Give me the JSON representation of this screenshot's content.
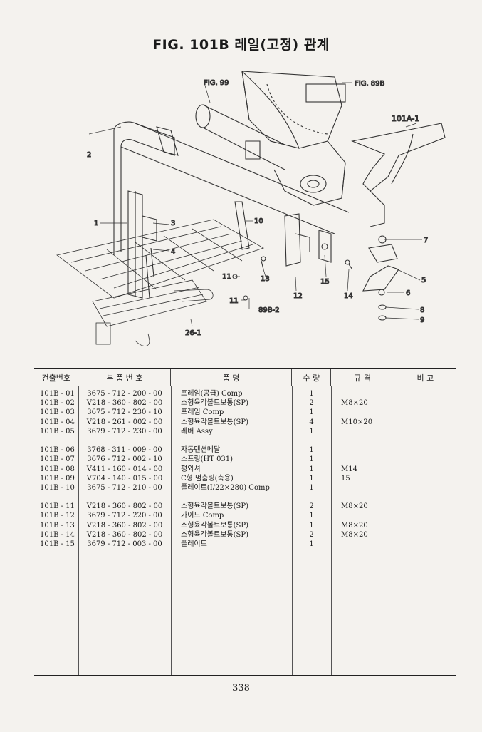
{
  "title": "FIG. 101B 레일(고정) 관계",
  "diagram": {
    "callouts": [
      "FIG. 99",
      "FIG. 89B",
      "101A-1",
      "1",
      "2",
      "3",
      "4",
      "5",
      "6",
      "7",
      "8",
      "9",
      "10",
      "11",
      "11",
      "12",
      "13",
      "14",
      "15",
      "26-1",
      "89B-2"
    ]
  },
  "table": {
    "headers": [
      "건출번호",
      "부 품 번 호",
      "품 명",
      "수 량",
      "규 격",
      "비 고"
    ],
    "rows": [
      {
        "no": "101B - 01",
        "part": "3675 - 712 - 200 - 00",
        "name": "프레임(공급) Comp",
        "qty": "1",
        "spec": "",
        "note": ""
      },
      {
        "no": "101B - 02",
        "part": "V218 - 360 - 802 - 00",
        "name": "소형육각볼트보통(SP)",
        "qty": "2",
        "spec": "M8×20",
        "note": ""
      },
      {
        "no": "101B - 03",
        "part": "3675 - 712 - 230 - 10",
        "name": "프레임 Comp",
        "qty": "1",
        "spec": "",
        "note": ""
      },
      {
        "no": "101B - 04",
        "part": "V218 - 261 - 002 - 00",
        "name": "소형육각볼트보통(SP)",
        "qty": "4",
        "spec": "M10×20",
        "note": ""
      },
      {
        "no": "101B - 05",
        "part": "3679 - 712 - 230 - 00",
        "name": "레버 Assy",
        "qty": "1",
        "spec": "",
        "note": ""
      },
      {
        "gap": true
      },
      {
        "no": "101B - 06",
        "part": "3768 - 311 - 009 - 00",
        "name": "자동텐션메달",
        "qty": "1",
        "spec": "",
        "note": ""
      },
      {
        "no": "101B - 07",
        "part": "3676 - 712 - 002 - 10",
        "name": "스프링(HT 031)",
        "qty": "1",
        "spec": "",
        "note": ""
      },
      {
        "no": "101B - 08",
        "part": "V411 - 160 - 014 - 00",
        "name": "평와셔",
        "qty": "1",
        "spec": "M14",
        "note": ""
      },
      {
        "no": "101B - 09",
        "part": "V704 - 140 - 015 - 00",
        "name": "C형 멈춤링(축용)",
        "qty": "1",
        "spec": "15",
        "note": ""
      },
      {
        "no": "101B - 10",
        "part": "3675 - 712 - 210 - 00",
        "name": "플레이트(I/22×280) Comp",
        "qty": "1",
        "spec": "",
        "note": ""
      },
      {
        "gap": true
      },
      {
        "no": "101B - 11",
        "part": "V218 - 360 - 802 - 00",
        "name": "소형육각볼트보통(SP)",
        "qty": "2",
        "spec": "M8×20",
        "note": ""
      },
      {
        "no": "101B - 12",
        "part": "3679 - 712 - 220 - 00",
        "name": "가이드 Comp",
        "qty": "1",
        "spec": "",
        "note": ""
      },
      {
        "no": "101B - 13",
        "part": "V218 - 360 - 802 - 00",
        "name": "소형육각볼트보통(SP)",
        "qty": "1",
        "spec": "M8×20",
        "note": ""
      },
      {
        "no": "101B - 14",
        "part": "V218 - 360 - 802 - 00",
        "name": "소형육각볼트보통(SP)",
        "qty": "2",
        "spec": "M8×20",
        "note": ""
      },
      {
        "no": "101B - 15",
        "part": "3679 - 712 - 003 - 00",
        "name": "플레이트",
        "qty": "1",
        "spec": "",
        "note": ""
      }
    ]
  },
  "page_number": "338"
}
